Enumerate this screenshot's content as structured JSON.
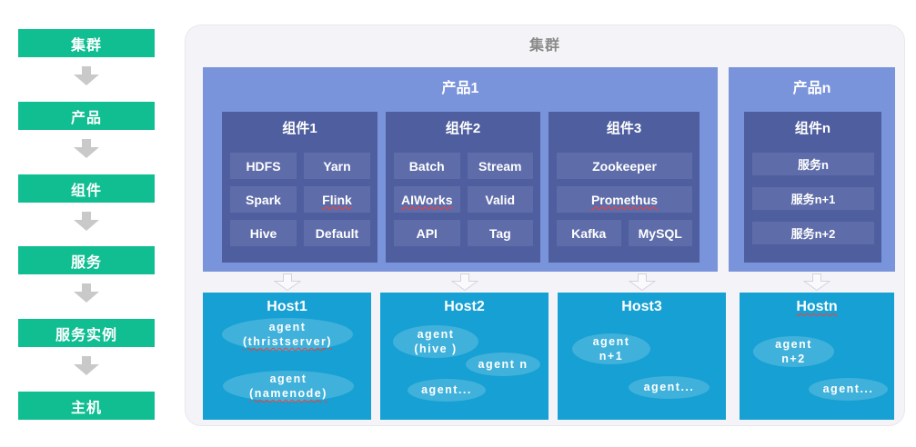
{
  "colors": {
    "flow_green": "#10BE92",
    "product_blue": "#7A94DB",
    "component_blue": "#4F5E9F",
    "service_button_blue": "#5E6CA9",
    "host_cyan": "#17A0D3",
    "panel_background": "#F4F4F8",
    "arrow_gray": "#C9C9C9",
    "panel_title_gray": "#8A8A8A",
    "squiggle_red": "#FF3B30"
  },
  "sidebar": {
    "items": [
      {
        "label": "集群"
      },
      {
        "label": "产品"
      },
      {
        "label": "组件"
      },
      {
        "label": "服务"
      },
      {
        "label": "服务实例"
      },
      {
        "label": "主机"
      }
    ]
  },
  "panel": {
    "title": "集群",
    "products": [
      {
        "title": "产品1",
        "components": [
          {
            "title": "组件1",
            "services": [
              "HDFS",
              "Yarn",
              "Spark",
              "Flink",
              "Hive",
              "Default"
            ]
          },
          {
            "title": "组件2",
            "services": [
              "Batch",
              "Stream",
              "AIWorks",
              "Valid",
              "API",
              "Tag"
            ]
          },
          {
            "title": "组件3",
            "services": [
              "Zookeeper",
              "Promethus",
              "Kafka",
              "MySQL"
            ]
          }
        ]
      },
      {
        "title": "产品n",
        "components": [
          {
            "title": "组件n",
            "services": [
              "服务n",
              "服务n+1",
              "服务n+2"
            ]
          }
        ]
      }
    ],
    "hosts": [
      {
        "title": "Host1",
        "agents": [
          {
            "line1": "agent",
            "line2": "(thristserver)"
          },
          {
            "line1": "agent",
            "line2": "(namenode)"
          }
        ]
      },
      {
        "title": "Host2",
        "agents": [
          {
            "line1": "agent",
            "line2": "(hive )"
          },
          {
            "line1": "agent n"
          },
          {
            "line1": "agent..."
          }
        ]
      },
      {
        "title": "Host3",
        "agents": [
          {
            "line1": "agent",
            "line2": "n+1"
          },
          {
            "line1": "agent..."
          }
        ]
      },
      {
        "title": "Hostn",
        "agents": [
          {
            "line1": "agent",
            "line2": "n+2"
          },
          {
            "line1": "agent..."
          }
        ]
      }
    ]
  }
}
